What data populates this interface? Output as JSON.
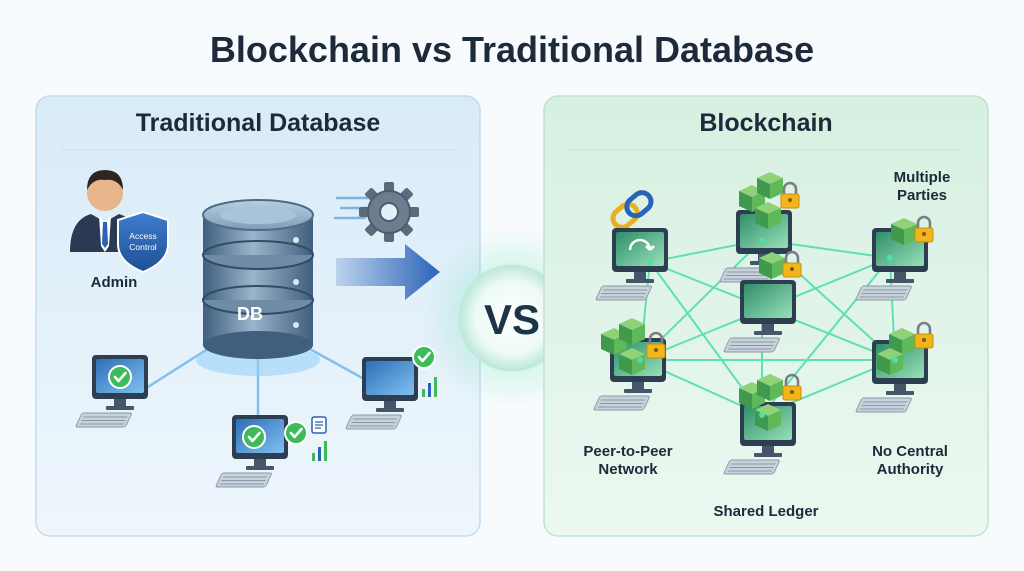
{
  "title": "Blockchain vs Traditional Database",
  "left_panel": {
    "heading": "Traditional Database",
    "admin_label": "Admin",
    "shield_text_1": "Access",
    "shield_text_2": "Control",
    "db_label": "DB"
  },
  "vs_label": "VS",
  "right_panel": {
    "heading": "Blockchain",
    "multiple_parties_1": "Multiple",
    "multiple_parties_2": "Parties",
    "peer_to_peer_1": "Peer-to-Peer",
    "peer_to_peer_2": "Network",
    "no_central_1": "No Central",
    "no_central_2": "Authority",
    "shared_ledger": "Shared Ledger"
  },
  "colors": {
    "title": "#1d2a3a",
    "left_bg": "#e3f0fa",
    "right_bg": "#e2f4ea",
    "db_blue": "#5a7d9c",
    "green_check": "#3dbb5a",
    "cube_green": "#3f9a4e",
    "lock_yellow": "#f2b51c",
    "arrow_blue": "#2b63b8",
    "network_line": "#4fe0a8"
  }
}
